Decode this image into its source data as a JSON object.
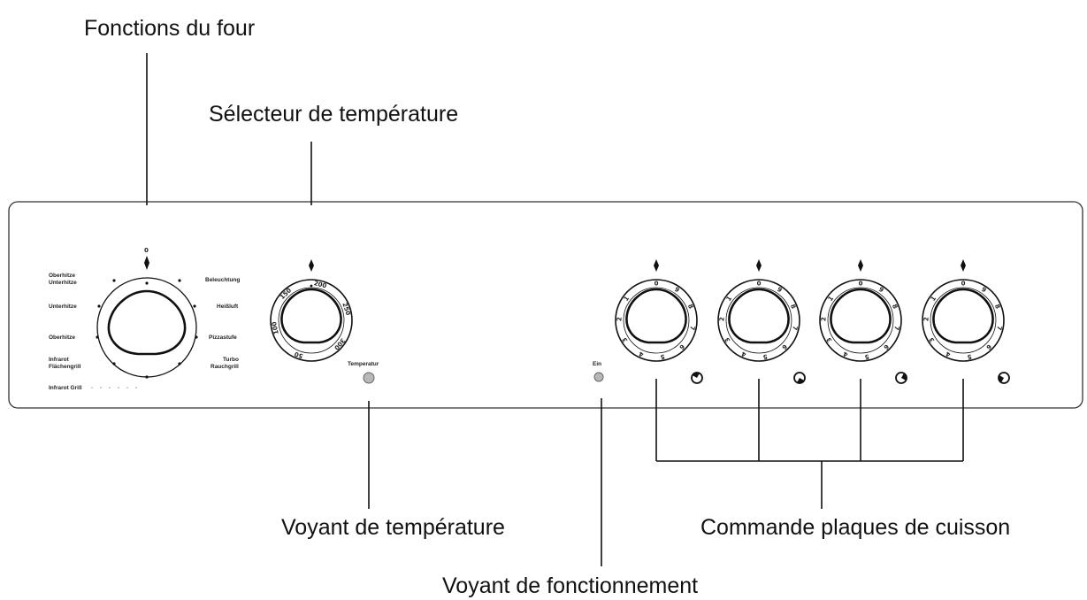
{
  "callouts": {
    "oven_functions": "Fonctions du four",
    "temperature_selector": "Sélecteur de température",
    "temperature_light": "Voyant de température",
    "operation_light": "Voyant de fonctionnement",
    "hob_controls": "Commande plaques de cuisson"
  },
  "panel": {
    "function_dial": {
      "zero": "0",
      "left_labels": [
        "Oberhitze Unterhitze",
        "Unterhitze",
        "Oberhitze",
        "Infrarot Flächengrill",
        "Infrarot Grill"
      ],
      "right_labels": [
        "Beleuchtung",
        "Heißluft",
        "Pizzastufe",
        "Turbo Rauchgrill"
      ]
    },
    "temperature_dial": {
      "scale": [
        "50",
        "100",
        "150",
        "200",
        "250",
        "300"
      ]
    },
    "temperature_light_label": "Temperatur",
    "on_light_label": "Ein",
    "hob_dials": [
      {
        "scale": [
          "0",
          "1",
          "2",
          "3",
          "4",
          "5",
          "6",
          "7",
          "8",
          "9"
        ],
        "zone": "rear-left-plate-icon"
      },
      {
        "scale": [
          "0",
          "1",
          "2",
          "3",
          "4",
          "5",
          "6",
          "7",
          "8",
          "9"
        ],
        "zone": "front-left-plate-icon"
      },
      {
        "scale": [
          "0",
          "1",
          "2",
          "3",
          "4",
          "5",
          "6",
          "7",
          "8",
          "9"
        ],
        "zone": "front-right-plate-icon"
      },
      {
        "scale": [
          "0",
          "1",
          "2",
          "3",
          "4",
          "5",
          "6",
          "7",
          "8",
          "9"
        ],
        "zone": "rear-right-plate-icon"
      }
    ]
  }
}
